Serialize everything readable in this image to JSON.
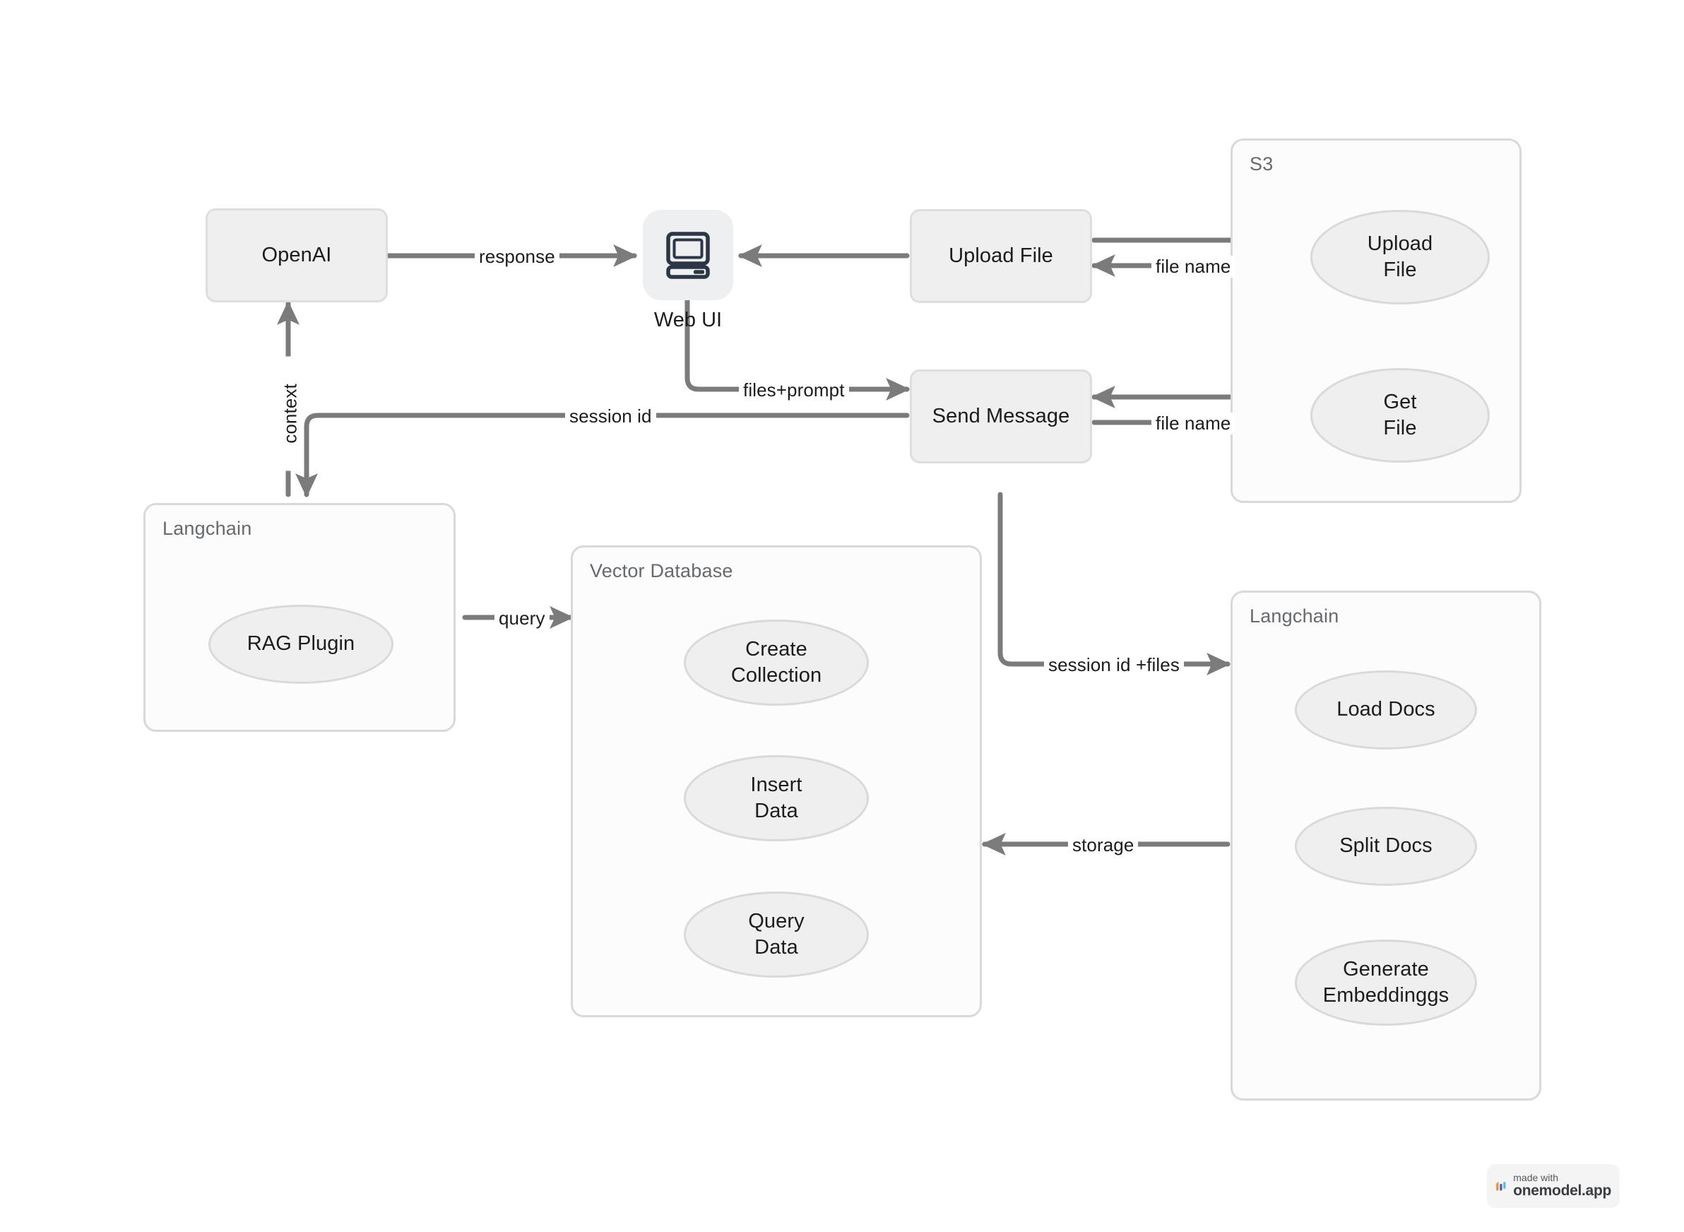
{
  "diagram": {
    "title": "RAG chat application architecture flow",
    "type": "flowchart",
    "colors": {
      "node_fill": "#efefef",
      "node_border": "#dededf",
      "group_fill": "#fcfcfc",
      "group_border": "#d9d9d9",
      "edge": "#7b7b7b",
      "text": "#1c1c1c",
      "group_label_text": "#666a6e",
      "icon": "#2b3646",
      "watermark_orange": "#ef8f2a",
      "watermark_purple": "#5b5aa8",
      "watermark_cyan": "#49c0e4"
    }
  },
  "nodes": {
    "openai": {
      "label": "OpenAI",
      "shape": "rect"
    },
    "web_ui": {
      "label": "Web UI",
      "shape": "icon",
      "icon": "desktop-computer-icon"
    },
    "upload_file": {
      "label": "Upload File",
      "shape": "rect"
    },
    "send_message": {
      "label": "Send Message",
      "shape": "rect"
    },
    "s3_upload_file": {
      "line1": "Upload",
      "line2": "File",
      "shape": "ellipse"
    },
    "s3_get_file": {
      "line1": "Get",
      "line2": "File",
      "shape": "ellipse"
    },
    "rag_plugin": {
      "label": "RAG Plugin",
      "shape": "ellipse"
    },
    "create_collection": {
      "line1": "Create",
      "line2": "Collection",
      "shape": "ellipse"
    },
    "insert_data": {
      "line1": "Insert",
      "line2": "Data",
      "shape": "ellipse"
    },
    "query_data": {
      "line1": "Query",
      "line2": "Data",
      "shape": "ellipse"
    },
    "load_docs": {
      "label": "Load Docs",
      "shape": "ellipse"
    },
    "split_docs": {
      "label": "Split Docs",
      "shape": "ellipse"
    },
    "generate_embeddings": {
      "line1": "Generate",
      "line2": "Embeddinggs",
      "shape": "ellipse"
    }
  },
  "groups": {
    "s3": {
      "label": "S3"
    },
    "langchain_left": {
      "label": "Langchain"
    },
    "vector_database": {
      "label": "Vector Database"
    },
    "langchain_right": {
      "label": "Langchain"
    }
  },
  "edges": [
    {
      "id": "e_openai_webui",
      "from": "openai",
      "to": "web_ui",
      "label": "response"
    },
    {
      "id": "e_upload_webui",
      "from": "upload_file",
      "to": "web_ui",
      "label": ""
    },
    {
      "id": "e_upload_s3",
      "from": "upload_file",
      "to": "s3_upload_file",
      "label": ""
    },
    {
      "id": "e_s3_filename",
      "from": "s3_upload_file",
      "to": "upload_file",
      "label": "file name"
    },
    {
      "id": "e_webui_send",
      "from": "web_ui",
      "to": "send_message",
      "label": "files+prompt"
    },
    {
      "id": "e_send_sessionid",
      "from": "send_message",
      "to": "langchain_left",
      "label": "session id"
    },
    {
      "id": "e_langchain_openai",
      "from": "rag_plugin",
      "to": "openai",
      "label": "context"
    },
    {
      "id": "e_send_getfile",
      "from": "send_message",
      "to": "s3_get_file",
      "label": "file name"
    },
    {
      "id": "e_getfile_send",
      "from": "s3_get_file",
      "to": "send_message",
      "label": ""
    },
    {
      "id": "e_rag_vectordb",
      "from": "rag_plugin",
      "to": "vector_database",
      "label": "query"
    },
    {
      "id": "e_send_langchain_right",
      "from": "send_message",
      "to": "langchain_right",
      "label": "session id +files"
    },
    {
      "id": "e_langchain_vectordb",
      "from": "langchain_right",
      "to": "vector_database",
      "label": "storage"
    }
  ],
  "watermark": {
    "made_with": "made with",
    "brand": "onemodel.app",
    "logo": "onemodel-bars-logo"
  }
}
